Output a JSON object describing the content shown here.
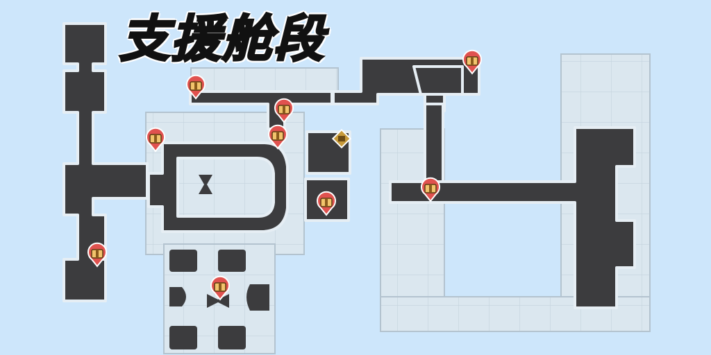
{
  "title": "支援舱段",
  "colors": {
    "background": "#cde6fb",
    "room_floor": "#dbe7ef",
    "room_edge": "#b3c3cf",
    "corridor": "#3c3c3e",
    "corridor_edge": "#e6eef4",
    "chest_marker": "#e0524f",
    "chest_icon": "#f2c46c",
    "title_text": "#111111"
  },
  "markers": [
    {
      "type": "treasure-chest",
      "id": "chest-upper-corridor"
    },
    {
      "type": "treasure-chest",
      "id": "chest-center-junction"
    },
    {
      "type": "treasure-chest",
      "id": "chest-center-lower"
    },
    {
      "type": "treasure-chest",
      "id": "chest-left-corridor"
    },
    {
      "type": "treasure-chest",
      "id": "chest-west-spine"
    },
    {
      "type": "treasure-chest",
      "id": "chest-south-room"
    },
    {
      "type": "treasure-chest",
      "id": "chest-middle-room"
    },
    {
      "type": "treasure-chest",
      "id": "chest-east-corridor"
    },
    {
      "type": "treasure-chest",
      "id": "chest-northeast"
    },
    {
      "type": "special-treasure",
      "id": "golden-chest"
    }
  ]
}
